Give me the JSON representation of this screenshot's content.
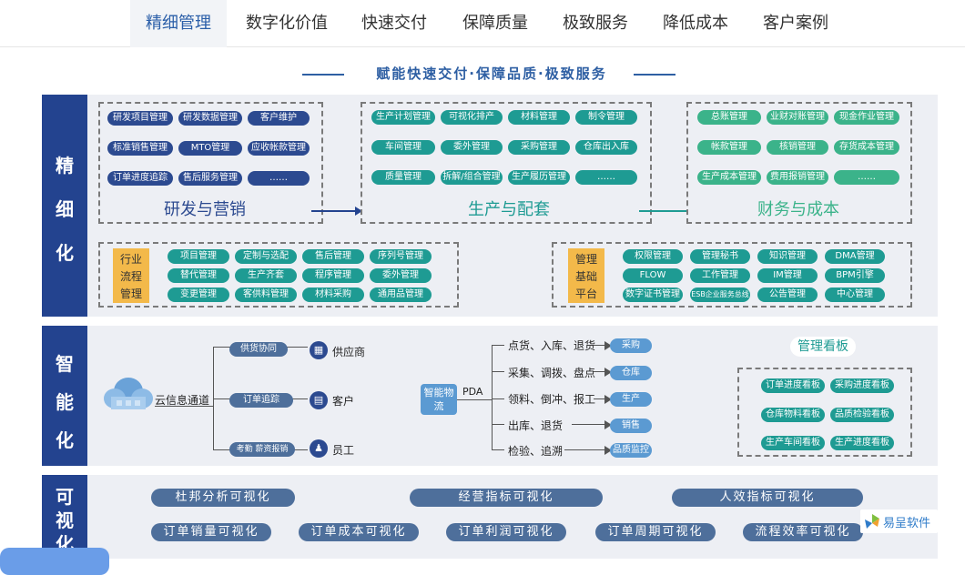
{
  "nav": {
    "tabs": [
      {
        "label": "精细管理",
        "active": true
      },
      {
        "label": "数字化价值",
        "active": false
      },
      {
        "label": "快速交付",
        "active": false
      },
      {
        "label": "保障质量",
        "active": false
      },
      {
        "label": "极致服务",
        "active": false
      },
      {
        "label": "降低成本",
        "active": false
      },
      {
        "label": "客户案例",
        "active": false
      }
    ]
  },
  "subtitle": "赋能快速交付·保障品质·极致服务",
  "band1": {
    "label": [
      "精",
      "细",
      "化"
    ],
    "rd_sales": {
      "title": "研发与营销",
      "items": [
        "研发项目管理",
        "研发数据管理",
        "客户维护",
        "标准销售管理",
        "MTO管理",
        "应收帐款管理",
        "订单进度追踪",
        "售后服务管理",
        "……"
      ]
    },
    "production": {
      "title": "生产与配套",
      "items": [
        "生产计划管理",
        "可视化排产",
        "材料管理",
        "制令管理",
        "车间管理",
        "委外管理",
        "采购管理",
        "仓库出入库",
        "质量管理",
        "拆解/组合管理",
        "生产履历管理",
        "……"
      ]
    },
    "finance": {
      "title": "财务与成本",
      "items": [
        "总账管理",
        "业财对账管理",
        "现金作业管理",
        "帐款管理",
        "核销管理",
        "存货成本管理",
        "生产成本管理",
        "费用报销管理",
        "……"
      ]
    },
    "industry": {
      "tag": [
        "行业",
        "流程",
        "管理"
      ],
      "items": [
        "项目管理",
        "定制与选配",
        "售后管理",
        "序列号管理",
        "替代管理",
        "生产齐套",
        "程序管理",
        "委外管理",
        "变更管理",
        "客供料管理",
        "材料采购",
        "通用品管理"
      ]
    },
    "platform": {
      "tag": [
        "管理",
        "基础",
        "平台"
      ],
      "items": [
        "权限管理",
        "管理秘书",
        "知识管理",
        "DMA管理",
        "FLOW",
        "工作管理",
        "IM管理",
        "BPM引擎",
        "数字证书管理",
        "ESB企业服务总线",
        "公告管理",
        "中心管理"
      ]
    }
  },
  "band2": {
    "label": [
      "智",
      "能",
      "化"
    ],
    "cloud": "云信息通道",
    "branches": [
      {
        "pill": "供货协同",
        "target": "供应商",
        "icon": "building-icon"
      },
      {
        "pill": "订单追踪",
        "target": "客户",
        "icon": "customer-icon"
      },
      {
        "pill": "考勤 薪资报销",
        "target": "员工",
        "icon": "people-icon"
      }
    ],
    "logistics": {
      "label": "智能物流",
      "pda": "PDA"
    },
    "flows": [
      {
        "action": "点货、入库、退货",
        "dept": "采购"
      },
      {
        "action": "采集、调拨、盘点",
        "dept": "仓库"
      },
      {
        "action": "领料、倒冲、报工",
        "dept": "生产"
      },
      {
        "action": "出库、退货",
        "dept": "销售"
      },
      {
        "action": "检验、追溯",
        "dept": "品质监控"
      }
    ],
    "dashboard": {
      "title": "管理看板",
      "items": [
        "订单进度看板",
        "采购进度看板",
        "仓库物料看板",
        "品质检验看板",
        "生产车间看板",
        "生产进度看板"
      ]
    }
  },
  "band3": {
    "label": [
      "可",
      "视",
      "化"
    ],
    "row1": [
      "杜邦分析可视化",
      "经营指标可视化",
      "人效指标可视化"
    ],
    "row2": [
      "订单销量可视化",
      "订单成本可视化",
      "订单利润可视化",
      "订单周期可视化",
      "流程效率可视化"
    ]
  },
  "brand": "易呈软件",
  "colors": {
    "navy": "#2c4a90",
    "teal": "#1e9b93",
    "green": "#3bb38a",
    "accent": "#f3b94a",
    "band_label": "#23438f"
  }
}
